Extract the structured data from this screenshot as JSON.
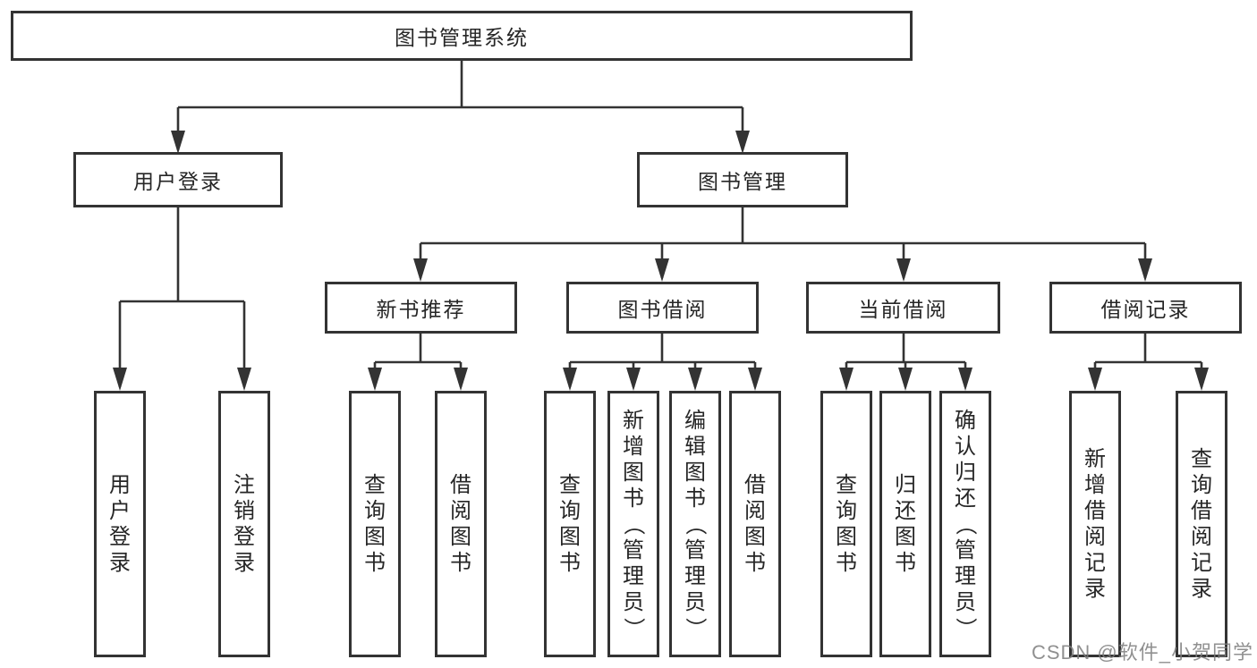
{
  "diagram": {
    "title": "图书管理系统",
    "children": [
      {
        "label": "用户登录",
        "children": [
          {
            "label": "用户登录"
          },
          {
            "label": "注销登录"
          }
        ]
      },
      {
        "label": "图书管理",
        "children": [
          {
            "label": "新书推荐",
            "children": [
              {
                "label": "查询图书"
              },
              {
                "label": "借阅图书"
              }
            ]
          },
          {
            "label": "图书借阅",
            "children": [
              {
                "label": "查询图书"
              },
              {
                "label": "新增图书（管理员）"
              },
              {
                "label": "编辑图书（管理员）"
              },
              {
                "label": "借阅图书"
              }
            ]
          },
          {
            "label": "当前借阅",
            "children": [
              {
                "label": "查询图书"
              },
              {
                "label": "归还图书"
              },
              {
                "label": "确认归还（管理员）"
              }
            ]
          },
          {
            "label": "借阅记录",
            "children": [
              {
                "label": "新增借阅记录"
              },
              {
                "label": "查询借阅记录"
              }
            ]
          }
        ]
      }
    ]
  },
  "watermark": "CSDN @软件_小贺同学",
  "colors": {
    "line": "#333333",
    "text": "#262626",
    "box_background": "#ffffff",
    "watermark": "#7d7d7d"
  }
}
